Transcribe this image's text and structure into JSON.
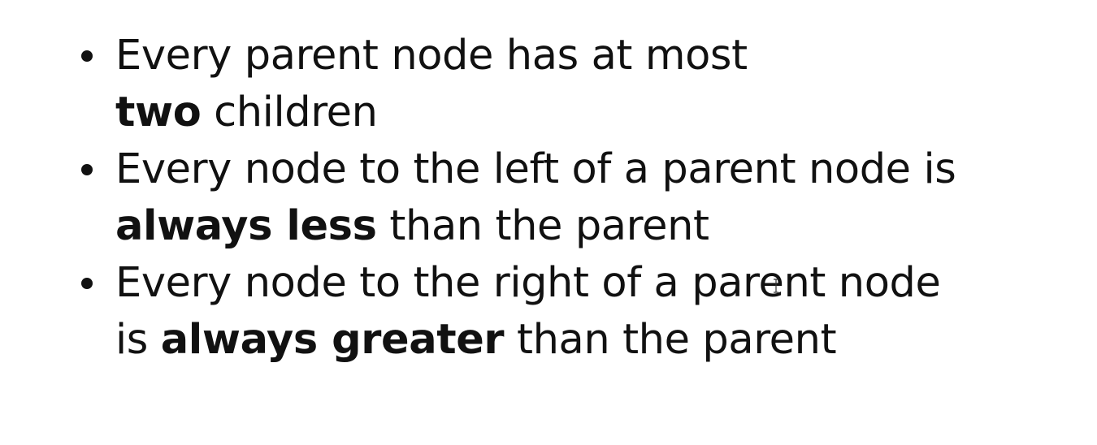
{
  "bullets": [
    {
      "line1": "Every parent node has at most",
      "line2_bold": "two",
      "line2_rest": " children"
    },
    {
      "line1": "Every node to the left of a parent node is",
      "line2_bold": "always less",
      "line2_rest": " than the parent"
    },
    {
      "line1": "Every node to the right of a parent node",
      "line2_pre": "is ",
      "line2_bold": "always greater",
      "line2_rest": " than the parent"
    }
  ],
  "cursor": {
    "icon": "text-cursor-icon"
  }
}
